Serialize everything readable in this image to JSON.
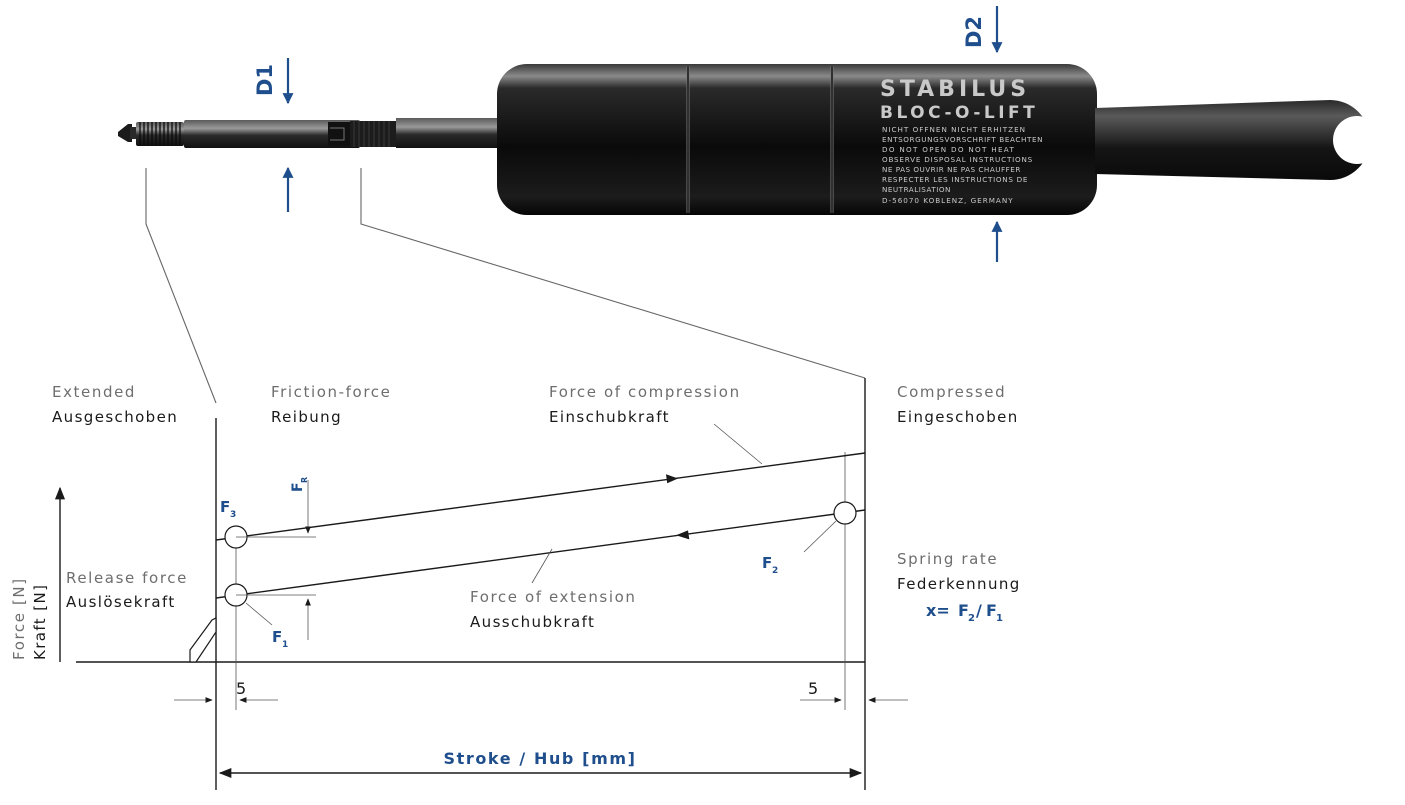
{
  "product": {
    "brand": "STABILUS",
    "model": "BLOC-O-LIFT",
    "warning_lines": [
      "NICHT OFFNEN NICHT ERHITZEN",
      "ENTSORGUNGSVORSCHRIFT BEACHTEN",
      "DO NOT OPEN DO NOT HEAT",
      "OBSERVE DISPOSAL INSTRUCTIONS",
      "NE PAS OUVRIR NE PAS CHAUFFER",
      "RESPECTER LES INSTRUCTIONS DE",
      "NEUTRALISATION",
      "D-56070 KOBLENZ, GERMANY"
    ]
  },
  "dimensions": {
    "d1": "D1",
    "d2": "D2"
  },
  "labels": {
    "extended_en": "Extended",
    "extended_de": "Ausgeschoben",
    "friction_en": "Friction-force",
    "friction_de": "Reibung",
    "compression_en": "Force of compression",
    "compression_de": "Einschubkraft",
    "compressed_en": "Compressed",
    "compressed_de": "Eingeschoben",
    "release_en": "Release force",
    "release_de": "Auslösekraft",
    "extension_en": "Force of extension",
    "extension_de": "Ausschubkraft",
    "spring_rate_en": "Spring rate",
    "spring_rate_de": "Federkennung",
    "formula_prefix": "x=",
    "formula_f2": "F",
    "formula_f2_sub": "2",
    "formula_slash": "/",
    "formula_f1": "F",
    "formula_f1_sub": "1",
    "y_axis_en": "Force [N]",
    "y_axis_de": "Kraft [N]",
    "x_axis": "Stroke / Hub [mm]",
    "offset_left": "5",
    "offset_right": "5"
  },
  "points": {
    "f1": "F",
    "f1_sub": "1",
    "f2": "F",
    "f2_sub": "2",
    "f3": "F",
    "f3_sub": "3",
    "fr": "F",
    "fr_sub": "R"
  },
  "colors": {
    "accent": "#1f4e8c",
    "line": "#1a1a1a",
    "caption_en": "#6e6e6e"
  }
}
